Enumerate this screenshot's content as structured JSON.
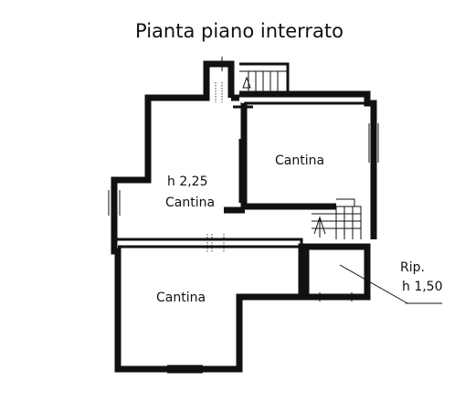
{
  "title": "Pianta piano interrato",
  "rooms": [
    {
      "id": "cantina-top-right",
      "label": "Cantina"
    },
    {
      "id": "cantina-center",
      "height_label": "h 2,25",
      "label": "Cantina"
    },
    {
      "id": "cantina-bottom",
      "label": "Cantina"
    }
  ],
  "storage": {
    "label": "Rip.",
    "height_label": "h 1,50"
  },
  "colors": {
    "ink": "#111111",
    "paper": "#ffffff"
  }
}
